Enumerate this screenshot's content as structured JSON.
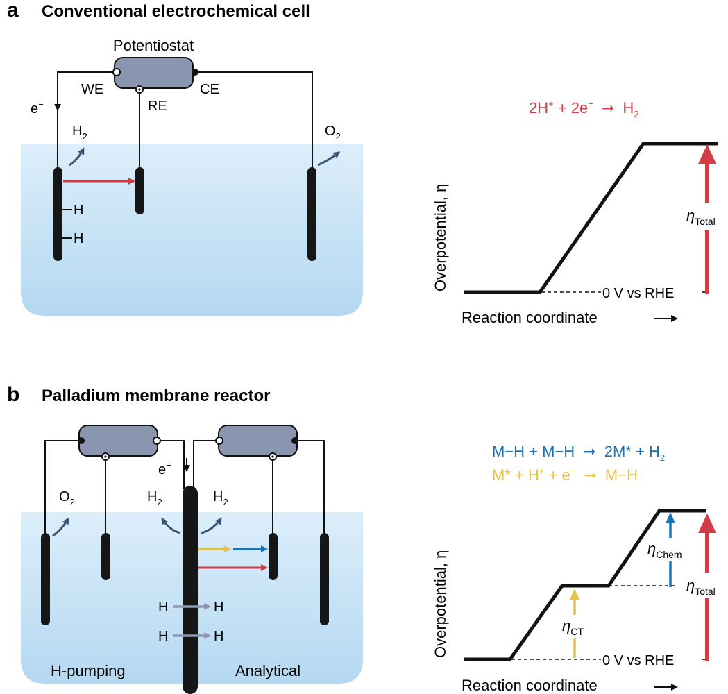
{
  "panel_a": {
    "letter": "a",
    "title": "Conventional electrochemical cell",
    "device_label": "Potentiostat",
    "we": "WE",
    "re": "RE",
    "ce": "CE",
    "electron": "e",
    "electron_sup": "−",
    "h2": "H",
    "h2_sub": "2",
    "o2": "O",
    "o2_sub": "2",
    "surface_h": "H",
    "reaction": {
      "main": "2H",
      "sup1": "+",
      "mid": " + 2e",
      "sup2": "−",
      "product": "H",
      "product_sub": "2"
    },
    "ylabel": "Overpotential, η",
    "xlabel": "Reaction coordinate",
    "zero_label": "0 V vs RHE",
    "eta_total": "η",
    "eta_total_sub": "Total"
  },
  "panel_b": {
    "letter": "b",
    "title": "Palladium membrane reactor",
    "electron": "e",
    "electron_sup": "−",
    "o2": "O",
    "o2_sub": "2",
    "h2_left": "H",
    "h2_left_sub": "2",
    "h2_right": "H",
    "h2_right_sub": "2",
    "h_pump_1_left": "H",
    "h_pump_1_right": "H",
    "h_pump_2_left": "H",
    "h_pump_2_right": "H",
    "left_compartment": "H-pumping",
    "right_compartment": "Analytical",
    "reaction_chem": {
      "left": "M−H + M−H",
      "product": "2M* + H",
      "product_sub": "2"
    },
    "reaction_ct": {
      "left": "M* + H",
      "sup1": "+",
      "mid": " + e",
      "sup2": "−",
      "product": "M−H"
    },
    "ylabel": "Overpotential, η",
    "xlabel": "Reaction coordinate",
    "zero_label": "0 V vs RHE",
    "eta_chem": "η",
    "eta_chem_sub": "Chem",
    "eta_ct": "η",
    "eta_ct_sub": "CT",
    "eta_total": "η",
    "eta_total_sub": "Total"
  },
  "colors": {
    "solution_top": "#dceefa",
    "solution_bottom": "#b4d8f1",
    "potentiostat": "#8a95b0",
    "red": "#d23c44",
    "blue": "#1a73b8",
    "yellow": "#e8c14b",
    "grey_arrow": "#8f97b2",
    "dark_arrow": "#3a5676"
  }
}
